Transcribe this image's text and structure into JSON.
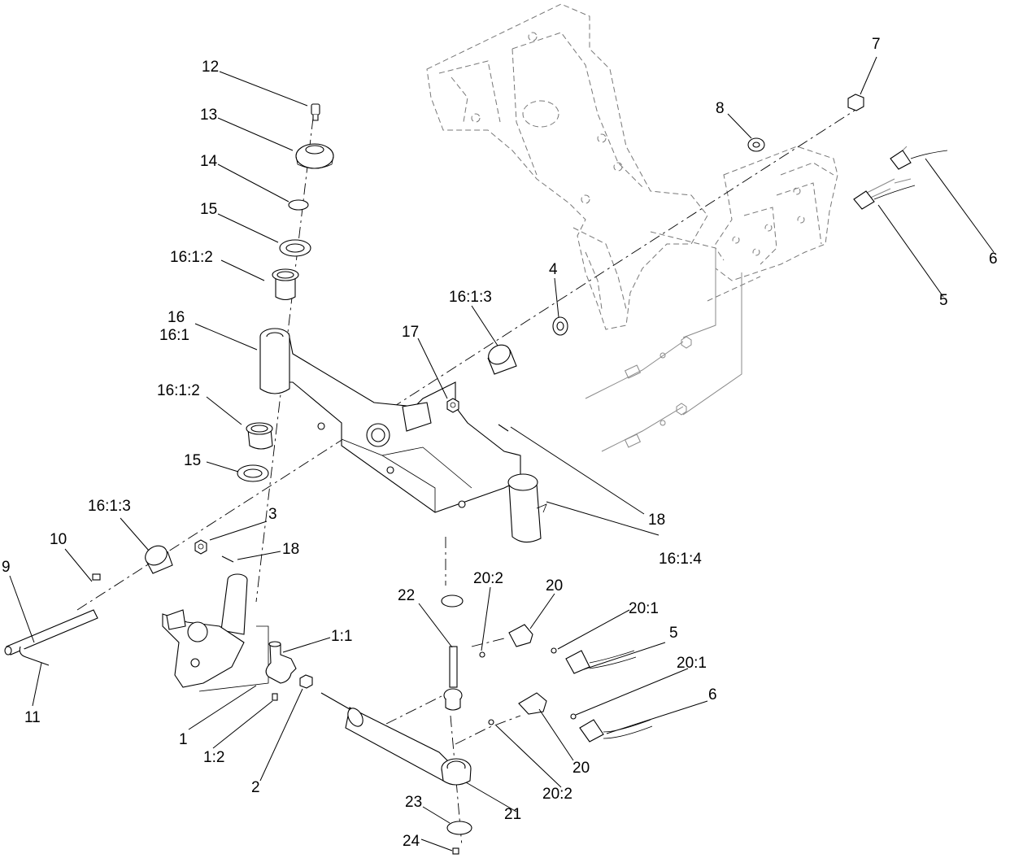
{
  "callouts": {
    "c12": "12",
    "c13": "13",
    "c14": "14",
    "c15a": "15",
    "c16_1_2a": "16:1:2",
    "c16": "16",
    "c16_1": "16:1",
    "c16_1_2b": "16:1:2",
    "c15b": "15",
    "c16_1_3a": "16:1:3",
    "c10": "10",
    "c9": "9",
    "c11": "11",
    "c3": "3",
    "c18a": "18",
    "c1_1": "1:1",
    "c1": "1",
    "c1_2": "1:2",
    "c2": "2",
    "c16_1_3b": "16:1:3",
    "c4": "4",
    "c17": "17",
    "c18b": "18",
    "c16_1_4": "16:1:4",
    "c8": "8",
    "c7": "7",
    "c6a": "6",
    "c5a": "5",
    "c22": "22",
    "c20_2a": "20:2",
    "c20a": "20",
    "c20_1a": "20:1",
    "c5b": "5",
    "c20_1b": "20:1",
    "c6b": "6",
    "c20b": "20",
    "c20_2b": "20:2",
    "c21": "21",
    "c23": "23",
    "c24": "24"
  }
}
